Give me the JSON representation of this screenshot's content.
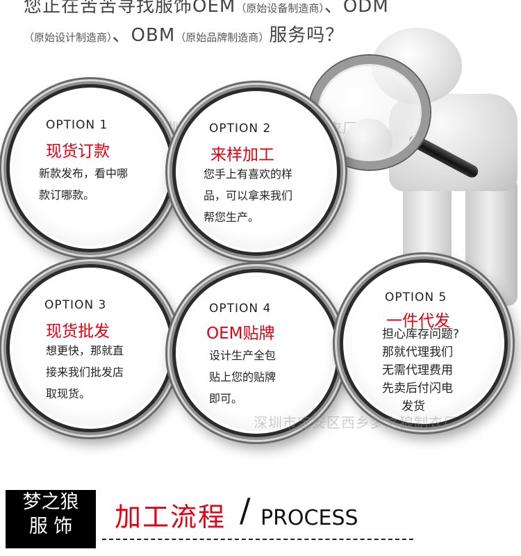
{
  "headline": {
    "line1_main": "您正在苦苦寻找服饰OEM",
    "line1_paren": "（原始设备制造商）",
    "line1_tail": "、ODM",
    "line2_paren1": "（原始设计制造商）",
    "line2_mid": "、OBM",
    "line2_paren2": "（原始品牌制造商）",
    "line2_tail": "服务吗？"
  },
  "options": [
    {
      "num": "OPTION 1",
      "title": "现货订款",
      "desc": [
        "新款发布，看中哪",
        "款订哪款。"
      ]
    },
    {
      "num": "OPTION 2",
      "title": "来样加工",
      "desc": [
        "您手上有喜欢的样",
        "品，可以拿来我们",
        "帮您生产。"
      ]
    },
    {
      "num": "OPTION 3",
      "title": "现货批发",
      "desc": [
        "想更快，那就直",
        "接来我们批发店",
        "取现货。"
      ]
    },
    {
      "num": "OPTION 4",
      "title": "OEM贴牌",
      "desc": [
        "设计生产全包",
        "贴上您的贴牌",
        "即可。"
      ]
    },
    {
      "num": "OPTION 5",
      "title": "一件代发",
      "desc": [
        "担心库存问题?",
        "那就代理我们",
        "无需代理费用",
        "先卖后付闪电",
        "发货"
      ]
    }
  ],
  "watermark": {
    "top": "深圳市宝安区西乡梦之狼制衣厂",
    "bottom": "深圳市宝安区西乡梦之狼制衣厂"
  },
  "brand": {
    "line1": "梦之狼",
    "line2": "服 饰"
  },
  "section": {
    "title_cn": "加工流程",
    "slash": "/",
    "title_en": "PROCESS"
  },
  "colors": {
    "accent": "#e60012",
    "text": "#222222",
    "brand_bg": "#000000"
  }
}
